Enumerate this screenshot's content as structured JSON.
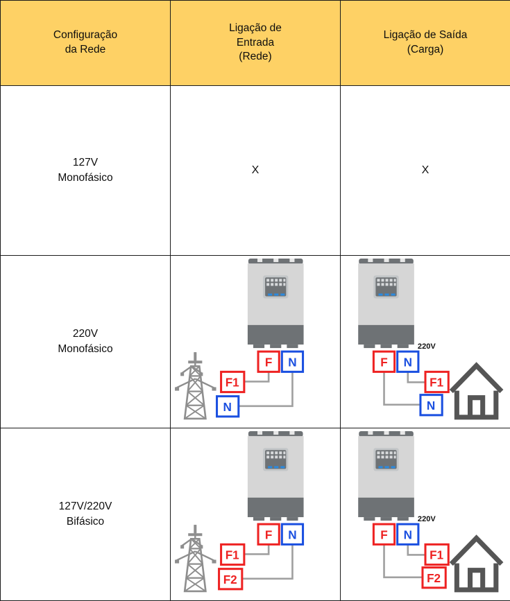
{
  "table": {
    "headers": [
      {
        "id": "config",
        "lines": [
          "Configuração",
          "da Rede"
        ]
      },
      {
        "id": "input",
        "lines": [
          "Ligação de",
          "Entrada",
          "(Rede)"
        ]
      },
      {
        "id": "output",
        "lines": [
          "Ligação de Saída",
          "(Carga)"
        ]
      }
    ],
    "rows": [
      {
        "config_lines": [
          "127V",
          "Monofásico"
        ],
        "input_kind": "mark",
        "input_mark": "X",
        "output_kind": "mark",
        "output_mark": "X"
      },
      {
        "config_lines": [
          "220V",
          "Monofásico"
        ],
        "input_kind": "diagram",
        "output_kind": "diagram",
        "input_diagram": {
          "source_icon": "power-tower-icon",
          "inverter_terminals": [
            {
              "label": "F",
              "color": "red"
            },
            {
              "label": "N",
              "color": "blue"
            }
          ],
          "grid_terminals": [
            {
              "label": "F1",
              "color": "red"
            },
            {
              "label": "N",
              "color": "blue"
            }
          ]
        },
        "output_diagram": {
          "load_icon": "house-icon",
          "voltage_label": "220V",
          "inverter_terminals": [
            {
              "label": "F",
              "color": "red"
            },
            {
              "label": "N",
              "color": "blue"
            }
          ],
          "load_terminals": [
            {
              "label": "F1",
              "color": "red"
            },
            {
              "label": "N",
              "color": "blue"
            }
          ]
        }
      },
      {
        "config_lines": [
          "127V/220V",
          "Bifásico"
        ],
        "input_kind": "diagram",
        "output_kind": "diagram",
        "input_diagram": {
          "source_icon": "power-tower-icon",
          "inverter_terminals": [
            {
              "label": "F",
              "color": "red"
            },
            {
              "label": "N",
              "color": "blue"
            }
          ],
          "grid_terminals": [
            {
              "label": "F1",
              "color": "red"
            },
            {
              "label": "F2",
              "color": "red"
            }
          ]
        },
        "output_diagram": {
          "load_icon": "house-icon",
          "voltage_label": "220V",
          "inverter_terminals": [
            {
              "label": "F",
              "color": "red"
            },
            {
              "label": "N",
              "color": "blue"
            }
          ],
          "load_terminals": [
            {
              "label": "F1",
              "color": "red"
            },
            {
              "label": "F2",
              "color": "red"
            }
          ]
        }
      }
    ]
  },
  "colors": {
    "header_background": "#fed165",
    "border": "#1b1b1b",
    "phase_red": "#ee2222",
    "neutral_blue": "#1a4fe0",
    "wire_gray": "#a0a0a0",
    "icon_gray": "#8e8e8e",
    "house_gray": "#555555",
    "inverter_body": "#d6d6d6",
    "inverter_base": "#6e7275",
    "inverter_cap": "#6e7275",
    "screen_gray": "#6e7275",
    "led_blue": "#2a8ae0"
  }
}
